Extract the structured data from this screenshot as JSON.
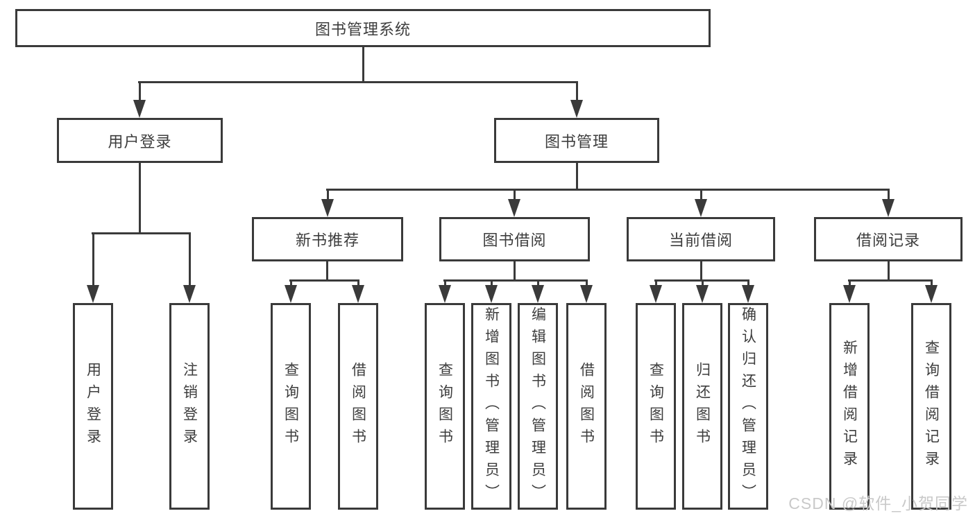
{
  "diagram_type": "hierarchy",
  "tree": {
    "label": "图书管理系统",
    "children": [
      {
        "label": "用户登录",
        "children": [
          {
            "label": "用户登录"
          },
          {
            "label": "注销登录"
          }
        ]
      },
      {
        "label": "图书管理",
        "children": [
          {
            "label": "新书推荐",
            "children": [
              {
                "label": "查询图书"
              },
              {
                "label": "借阅图书"
              }
            ]
          },
          {
            "label": "图书借阅",
            "children": [
              {
                "label": "查询图书"
              },
              {
                "label": "新增图书（管理员）"
              },
              {
                "label": "编辑图书（管理员）"
              },
              {
                "label": "借阅图书"
              }
            ]
          },
          {
            "label": "当前借阅",
            "children": [
              {
                "label": "查询图书"
              },
              {
                "label": "归还图书"
              },
              {
                "label": "确认归还（管理员）"
              }
            ]
          },
          {
            "label": "借阅记录",
            "children": [
              {
                "label": "新增借阅记录"
              },
              {
                "label": "查询借阅记录"
              }
            ]
          }
        ]
      }
    ]
  },
  "watermark": "CSDN @软件_小贺同学",
  "colors": {
    "line": "#3a3a3a",
    "text": "#3d3d3d",
    "box_fill": "#ffffff",
    "background": "#ffffff",
    "watermark_text": "#c9c9c9"
  }
}
